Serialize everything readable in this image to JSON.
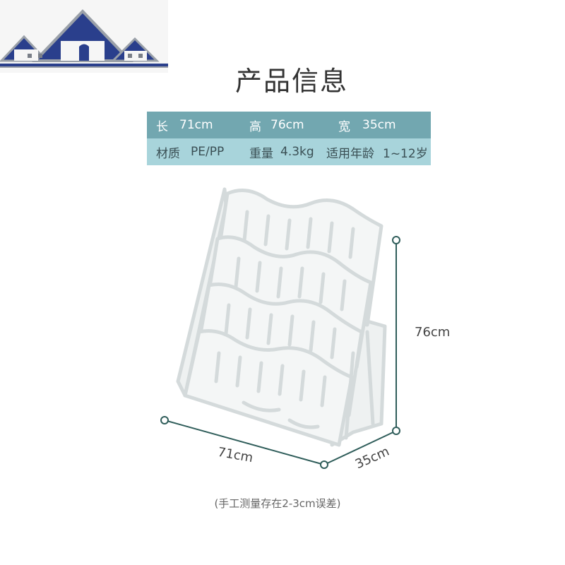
{
  "page_title": "产品信息",
  "specs": {
    "length_label": "长",
    "length_value": "71cm",
    "height_label": "高",
    "height_value": "76cm",
    "width_label": "宽",
    "width_value": "35cm",
    "material_label": "材质",
    "material_value": "PE/PP",
    "weight_label": "重量",
    "weight_value": "4.3kg",
    "age_label": "适用年龄",
    "age_value": "1~12岁"
  },
  "dimensions": {
    "height": "76cm",
    "length": "71cm",
    "depth": "35cm"
  },
  "note": "(手工测量存在2-3cm误差)",
  "colors": {
    "spec_header_bg": "#72a7b0",
    "spec_row_bg": "#a8d4db",
    "dim_line": "#2f5d5a",
    "logo_roof": "#2a3f8c"
  }
}
